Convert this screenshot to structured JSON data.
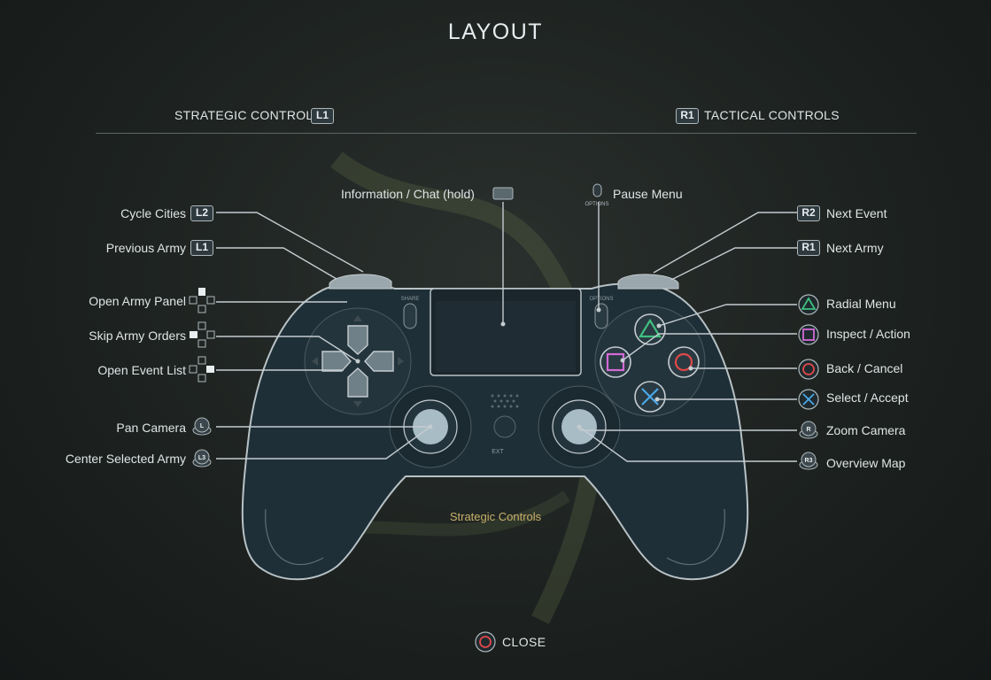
{
  "header": {
    "title": "LAYOUT"
  },
  "modes": {
    "left": {
      "label": "STRATEGIC CONTROLS",
      "badge": "L1"
    },
    "right": {
      "label": "TACTICAL CONTROLS",
      "badge": "R1"
    }
  },
  "controls": {
    "info_chat": "Information / Chat (hold)",
    "pause_menu": "Pause Menu",
    "options_small": "OPTIONS",
    "share_small": "SHARE",
    "options_small_2": "OPTIONS",
    "ext_small": "EXT",
    "cycle_cities": {
      "label": "Cycle Cities",
      "badge": "L2"
    },
    "previous_army": {
      "label": "Previous Army",
      "badge": "L1"
    },
    "open_army_panel": "Open Army Panel",
    "skip_army_orders": "Skip Army Orders",
    "open_event_list": "Open Event List",
    "pan_camera": {
      "label": "Pan Camera",
      "badge": "L"
    },
    "center_selected_army": {
      "label": "Center Selected Army",
      "badge": "L3"
    },
    "next_event": {
      "label": "Next Event",
      "badge": "R2"
    },
    "next_army": {
      "label": "Next Army",
      "badge": "R1"
    },
    "radial_menu": "Radial Menu",
    "inspect_action": "Inspect / Action",
    "back_cancel": "Back / Cancel",
    "select_accept": "Select / Accept",
    "zoom_camera": {
      "label": "Zoom Camera",
      "badge": "R"
    },
    "overview_map": {
      "label": "Overview Map",
      "badge": "R3"
    }
  },
  "footer": {
    "context": "Strategic Controls",
    "close_label": "CLOSE"
  },
  "colors": {
    "triangle": "#3fbf7f",
    "square": "#d46ad8",
    "circle": "#e04848",
    "cross": "#4aa8e8",
    "line": "#c4ccd0",
    "controller_fill": "#1f2f38",
    "controller_stroke": "#b8c2c6"
  }
}
